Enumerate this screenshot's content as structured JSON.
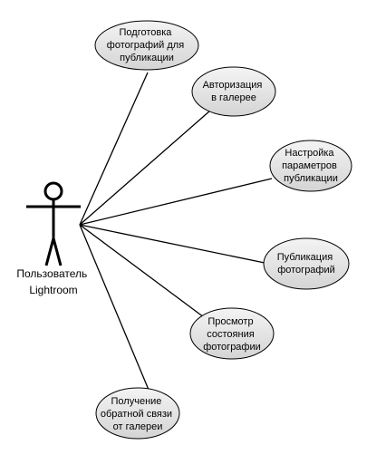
{
  "actor": {
    "label_lines": [
      "Пользователь",
      "Lightroom"
    ],
    "icon": "stick-figure-actor-icon"
  },
  "use_cases": [
    {
      "id": "prepare-photos",
      "lines": [
        "Подготовка",
        "фотографий для",
        "публикации"
      ]
    },
    {
      "id": "gallery-auth",
      "lines": [
        "Авторизация",
        "в галерее"
      ]
    },
    {
      "id": "publish-settings",
      "lines": [
        "Настройка",
        "параметров",
        "публикации"
      ]
    },
    {
      "id": "publish-photos",
      "lines": [
        "Публикация",
        "фотографий"
      ]
    },
    {
      "id": "photo-status",
      "lines": [
        "Просмотр",
        "состояния",
        "фотографии"
      ]
    },
    {
      "id": "gallery-feedback",
      "lines": [
        "Получение",
        "обратной связи",
        "от галереи"
      ]
    }
  ],
  "colors": {
    "ellipse_fill_top": "#f4f4f4",
    "ellipse_fill_bottom": "#d4d4d4",
    "stroke": "#000000",
    "text": "#000000"
  }
}
